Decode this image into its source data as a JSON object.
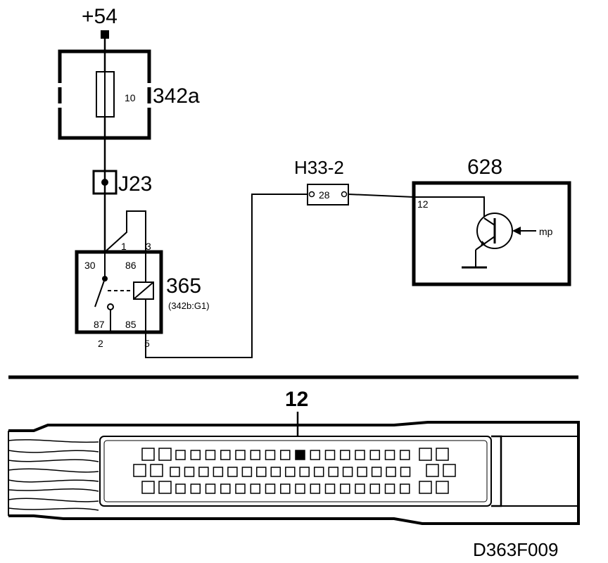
{
  "supply": {
    "label": "+54"
  },
  "fuse_block": {
    "id": "342a",
    "fuse_number": "10"
  },
  "junction": {
    "id": "J23"
  },
  "relay": {
    "id": "365",
    "subtitle": "(342b:G1)",
    "pins": {
      "p1": "1",
      "p3": "3",
      "p30": "30",
      "p86": "86",
      "p87": "87",
      "p85": "85",
      "p2": "2",
      "p5": "5"
    }
  },
  "connector": {
    "id": "H33-2",
    "pin": "28"
  },
  "control_unit": {
    "id": "628",
    "pin": "12",
    "signal": "mp"
  },
  "ecu_connector": {
    "highlight_pin": "12"
  },
  "drawing_code": "D363F009"
}
